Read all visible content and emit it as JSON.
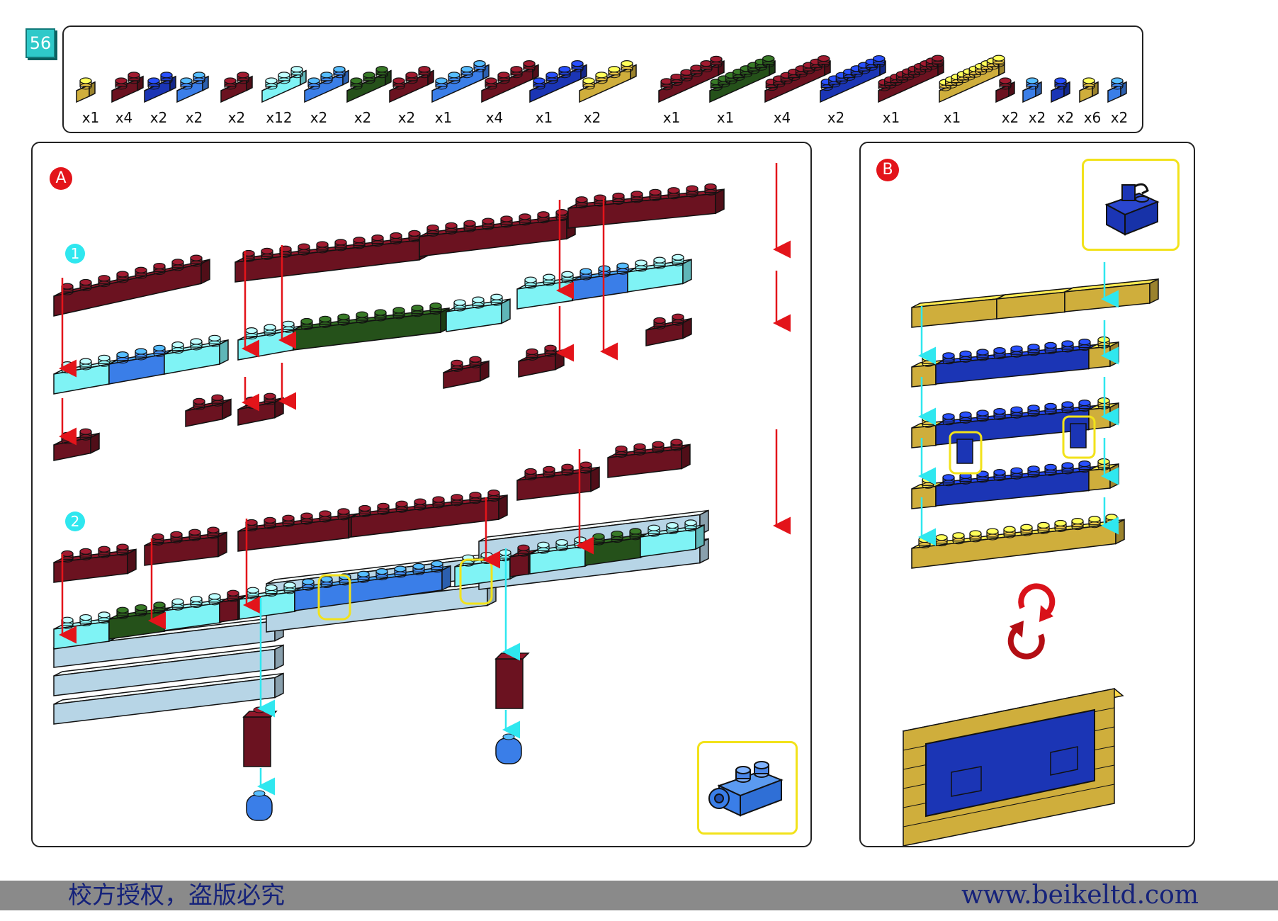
{
  "page": {
    "number": "56"
  },
  "parts_list": {
    "counts": [
      "x1",
      "x4",
      "x2",
      "x2",
      "x2",
      "x12",
      "x2",
      "x2",
      "x2",
      "x1",
      "x4",
      "x1",
      "x2",
      "x1",
      "x1",
      "x4",
      "x2",
      "x1",
      "x1",
      "x2",
      "x2",
      "x2",
      "x6",
      "x2"
    ],
    "colors": {
      "dark_red": "#6b1220",
      "cyan": "#7ff3f5",
      "medium_blue": "#3a7ee8",
      "dark_blue": "#1b35b5",
      "green": "#25511a",
      "gold": "#cfae3c",
      "light_grey_blue": "#b7d5e6"
    }
  },
  "steps": {
    "A": {
      "marker": "A",
      "substeps": [
        "1",
        "2"
      ],
      "callout_part": "dark-blue clip brick (medium blue)"
    },
    "B": {
      "marker": "B",
      "callout_part": "dark blue clip brick",
      "rotate_icon": "rotate-arrows-icon"
    }
  },
  "footer": {
    "left_text": "校方授权，盗版必究",
    "right_text": "www.beikeltd.com"
  }
}
